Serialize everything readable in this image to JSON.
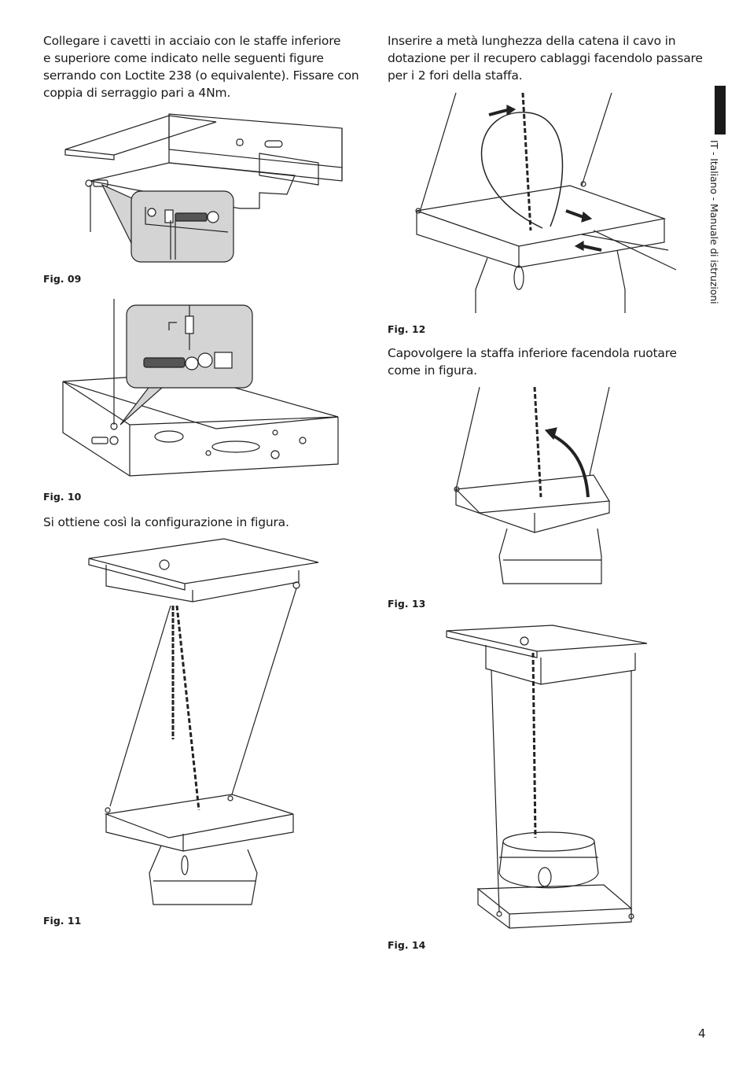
{
  "page": {
    "number": "4",
    "side_label": "IT - Italiano - Manuale di istruzioni"
  },
  "left": {
    "intro_lines": [
      "Collegare i cavetti in acciaio con le staffe inferiore",
      "e superiore come indicato nelle seguenti figure",
      "serrando con Loctite 238 (o equivalente). Fissare con",
      "coppia di serraggio pari a 4Nm."
    ],
    "fig09_caption": "Fig. 09",
    "fig10_caption": "Fig. 10",
    "config_text": "Si ottiene così la configurazione in figura.",
    "fig11_caption": "Fig. 11"
  },
  "right": {
    "intro_lines": [
      "Inserire a metà lunghezza della catena il cavo in",
      "dotazione per il recupero cablaggi facendolo passare",
      "per i 2 fori della staffa."
    ],
    "fig12_caption": "Fig. 12",
    "rotate_lines": [
      "Capovolgere la staffa inferiore facendola ruotare",
      "come in figura."
    ],
    "fig13_caption": "Fig. 13",
    "fig14_caption": "Fig. 14"
  },
  "colors": {
    "text": "#1a1a1a",
    "callout_fill": "#d4d4d4",
    "side_tab": "#1a1a1a"
  }
}
